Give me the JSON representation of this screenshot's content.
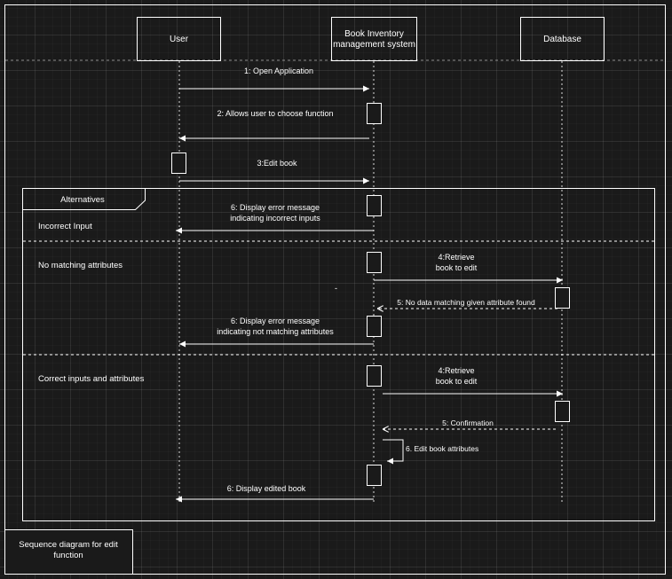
{
  "diagram": {
    "participants": [
      {
        "id": "user",
        "label": "User"
      },
      {
        "id": "system",
        "label_lines": [
          "Book Inventory",
          "management system"
        ]
      },
      {
        "id": "db",
        "label": "Database"
      }
    ],
    "messages": [
      {
        "id": "m1",
        "label": "1: Open Application",
        "from": "user",
        "to": "system",
        "style": "solid"
      },
      {
        "id": "m2",
        "label": "2: Allows user to choose function",
        "from": "system",
        "to": "user",
        "style": "solid"
      },
      {
        "id": "m3",
        "label": "3:Edit book",
        "from": "user",
        "to": "system",
        "style": "solid"
      },
      {
        "id": "m4",
        "label_lines": [
          "6: Display error message",
          "indicating incorrect inputs"
        ],
        "from": "system",
        "to": "user",
        "style": "solid"
      },
      {
        "id": "m5",
        "label_lines": [
          "4:Retrieve",
          "book to edit"
        ],
        "from": "system",
        "to": "db",
        "style": "solid"
      },
      {
        "id": "m6",
        "label": "5: No data matching given attribute found",
        "from": "db",
        "to": "system",
        "style": "dashed"
      },
      {
        "id": "m7",
        "label_lines": [
          "6: Display error message",
          "indicating not matching attributes"
        ],
        "from": "system",
        "to": "user",
        "style": "solid"
      },
      {
        "id": "m8",
        "label_lines": [
          "4:Retrieve",
          "book to edit"
        ],
        "from": "system",
        "to": "db",
        "style": "solid"
      },
      {
        "id": "m9",
        "label": "5: Confirmation",
        "from": "db",
        "to": "system",
        "style": "dashed"
      },
      {
        "id": "m10",
        "label": "6. Edit book attributes",
        "from": "system",
        "to": "system",
        "style": "solid"
      },
      {
        "id": "m11",
        "label": "6: Display edited book",
        "from": "system",
        "to": "user",
        "style": "solid"
      }
    ],
    "fragment": {
      "operator": "Alternatives",
      "guards": [
        "Incorrect Input",
        "No matching attributes",
        "Correct inputs and attributes"
      ]
    },
    "caption_lines": [
      "Sequence diagram for edit",
      "function"
    ],
    "stray_mark": "-",
    "colors": {
      "background": "#1a1a1a",
      "line": "#ffffff",
      "grid": "#2e2e2e"
    }
  }
}
